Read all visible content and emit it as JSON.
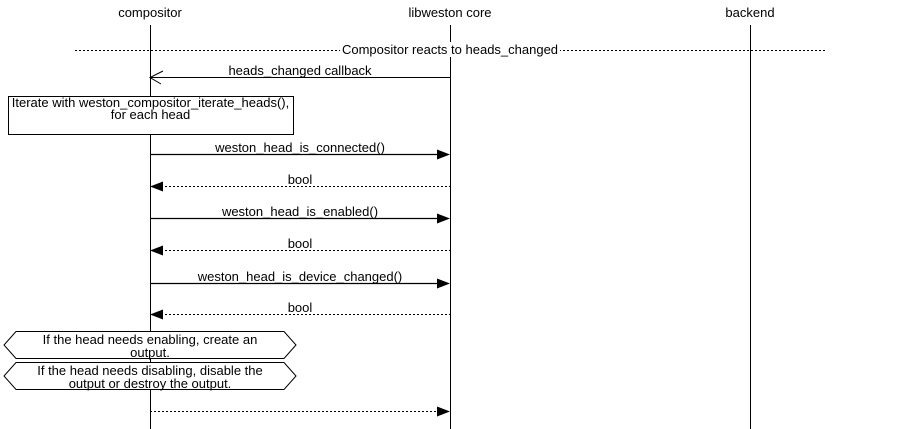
{
  "diagram": {
    "title_context": "sequence-diagram",
    "colors": {
      "line": "#000000",
      "background": "#ffffff"
    },
    "participants": [
      {
        "label": "compositor"
      },
      {
        "label": "libweston core"
      },
      {
        "label": "backend"
      }
    ],
    "divider_label": "Compositor reacts to heads_changed",
    "messages": [
      {
        "label": "heads_changed callback",
        "from": "libweston core",
        "to": "compositor",
        "line": "solid",
        "head": "open"
      },
      {
        "label": "weston_head_is_connected()",
        "from": "compositor",
        "to": "libweston core",
        "line": "solid",
        "head": "filled"
      },
      {
        "label": "bool",
        "from": "libweston core",
        "to": "compositor",
        "line": "dotted",
        "head": "filled"
      },
      {
        "label": "weston_head_is_enabled()",
        "from": "compositor",
        "to": "libweston core",
        "line": "solid",
        "head": "filled"
      },
      {
        "label": "bool",
        "from": "libweston core",
        "to": "compositor",
        "line": "dotted",
        "head": "filled"
      },
      {
        "label": "weston_head_is_device_changed()",
        "from": "compositor",
        "to": "libweston core",
        "line": "solid",
        "head": "filled"
      },
      {
        "label": "bool",
        "from": "libweston core",
        "to": "compositor",
        "line": "dotted",
        "head": "filled"
      },
      {
        "label": "",
        "from": "compositor",
        "to": "libweston core",
        "line": "dotted",
        "head": "filled"
      }
    ],
    "note_label": "Iterate with weston_compositor_iterate_heads(), for each head",
    "conditions": [
      "If the head needs enabling, create an output.",
      "If the head needs disabling, disable the output or destroy the output."
    ]
  }
}
